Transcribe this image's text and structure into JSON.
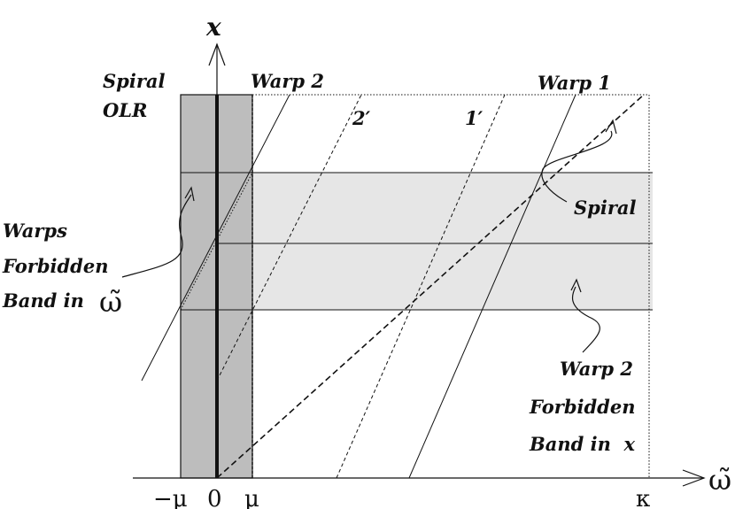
{
  "axes": {
    "y_label": "x",
    "x_label": "ω̃",
    "ticks": [
      "−μ",
      "0",
      "μ",
      "κ"
    ]
  },
  "labels": {
    "spiral_olr_line1": "Spiral",
    "spiral_olr_line2": "OLR",
    "warp2_top": "Warp 2",
    "warp1_top": "Warp 1",
    "two_prime": "2′",
    "one_prime": "1′",
    "spiral": "Spiral",
    "warps_forbidden_line1": "Warps",
    "warps_forbidden_line2": "Forbidden",
    "warps_forbidden_line3": "Band in",
    "warps_forbidden_symbol": "ω̃",
    "warp2_forbidden_line1": "Warp 2",
    "warp2_forbidden_line2": "Forbidden",
    "warp2_forbidden_line3": "Band in  x"
  },
  "colors": {
    "dark_band": "#bdbdbd",
    "light_band": "#e6e6e6",
    "ink": "#111111"
  }
}
